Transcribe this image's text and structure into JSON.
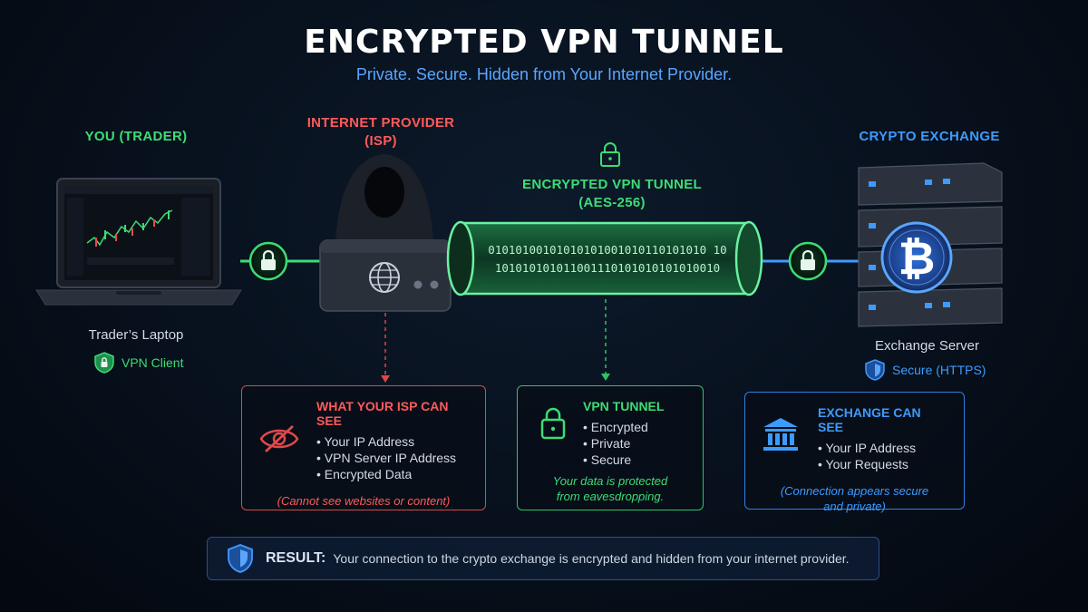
{
  "header": {
    "title": "ENCRYPTED VPN TUNNEL",
    "subtitle": "Private. Secure. Hidden from Your Internet Provider."
  },
  "trader": {
    "heading": "YOU (TRADER)",
    "device_label": "Trader’s Laptop",
    "badge": "VPN Client"
  },
  "isp": {
    "heading_line1": "INTERNET PROVIDER",
    "heading_line2": "(ISP)"
  },
  "tunnel": {
    "heading_line1": "ENCRYPTED VPN TUNNEL",
    "heading_line2": "(AES-256)",
    "bits_line1": "01010100101010101001010110101010 10",
    "bits_line2": "101010101011001110101010101010010"
  },
  "exchange": {
    "heading": "CRYPTO EXCHANGE",
    "device_label": "Exchange Server",
    "badge": "Secure (HTTPS)"
  },
  "isp_box": {
    "title": "WHAT YOUR ISP CAN SEE",
    "items": [
      "Your IP Address",
      "VPN Server IP Address",
      "Encrypted Data"
    ],
    "note": "(Cannot see websites or content)"
  },
  "vpn_box": {
    "title": "VPN TUNNEL",
    "items": [
      "Encrypted",
      "Private",
      "Secure"
    ],
    "note_line1": "Your data is protected",
    "note_line2": "from eavesdropping."
  },
  "exchange_box": {
    "title": "EXCHANGE CAN SEE",
    "items": [
      "Your IP Address",
      "Your Requests"
    ],
    "note_line1": "(Connection appears secure",
    "note_line2": "and private)"
  },
  "result": {
    "label": "RESULT:",
    "text": "Your connection to the crypto exchange is encrypted and hidden from your internet provider."
  },
  "colors": {
    "green": "#3ddc74",
    "red": "#ff5a5a",
    "blue": "#3d9bff"
  }
}
